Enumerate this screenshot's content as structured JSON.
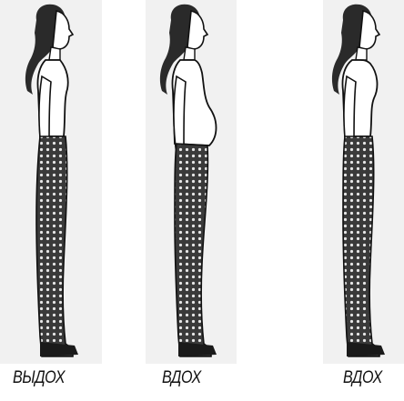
{
  "figures": [
    {
      "caption": "ВЫДОХ"
    },
    {
      "caption": "ВДОХ"
    },
    {
      "caption": "ВДОХ"
    }
  ]
}
